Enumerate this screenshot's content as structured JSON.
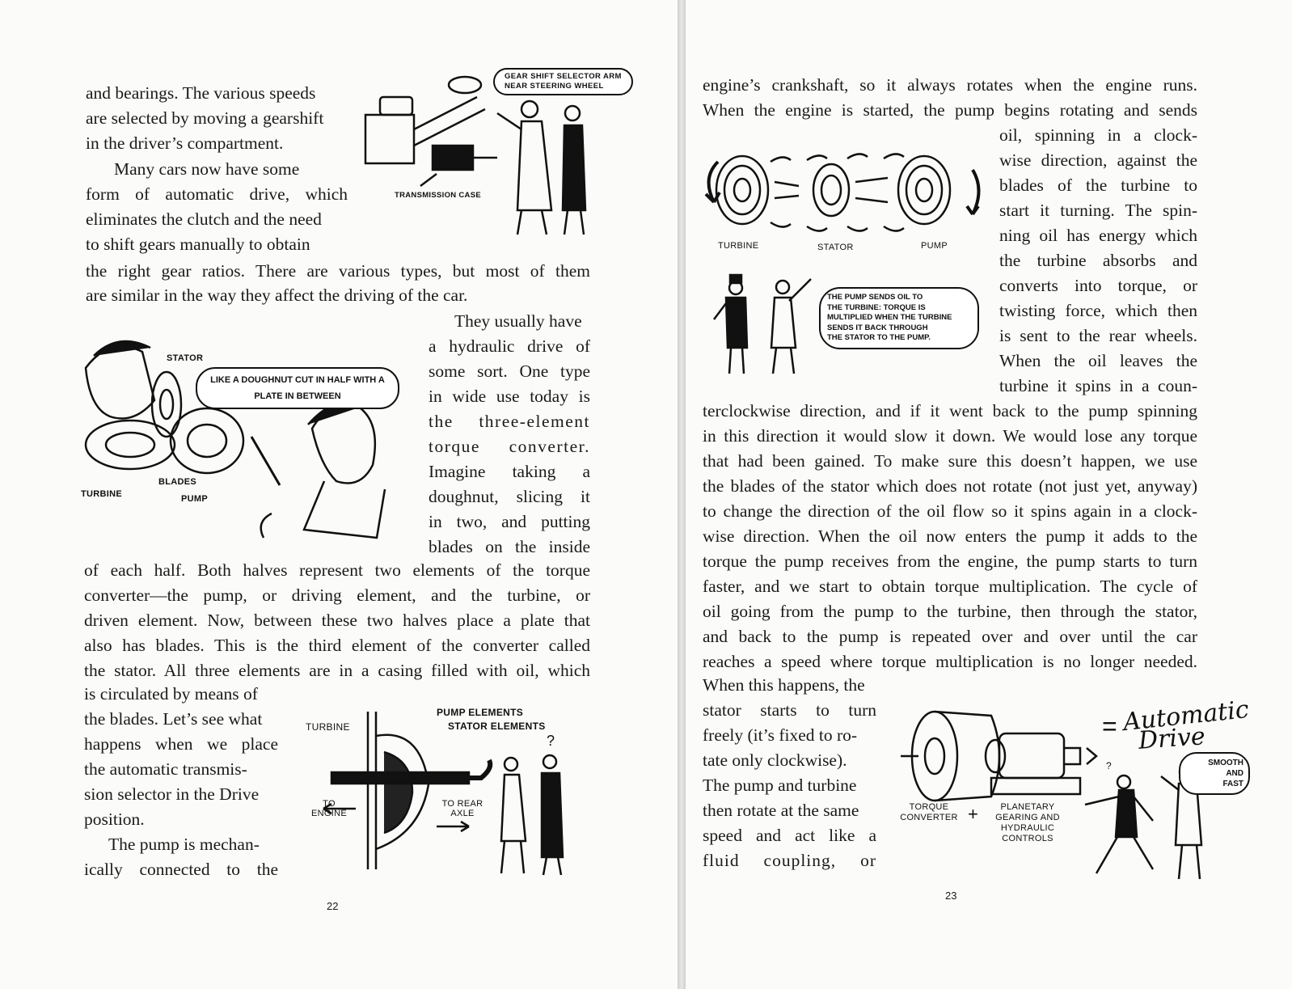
{
  "left_page": {
    "lines_top": [
      "and bearings. The various speeds",
      "are selected by moving a gearshift",
      "in the driver’s compartment.",
      "Many cars now have some",
      "form of automatic drive, which",
      "eliminates the clutch and the need",
      "to shift gears manually to obtain"
    ],
    "lines_full_1": [
      "the right gear ratios. There are various types, but most of them",
      "are similar in the way they affect the driving of the car."
    ],
    "lines_right": [
      "They usually have",
      "a hydraulic drive of",
      "some sort. One type",
      "in wide use today is",
      "the three-element",
      "torque converter.",
      "Imagine taking a",
      "doughnut, slicing it",
      "in two, and putting",
      "blades on the inside"
    ],
    "lines_full_2": [
      "of each half. Both halves represent two elements of the torque",
      "converter—the pump, or driving element, and the turbine, or",
      "driven element. Now, between these two halves place a plate that",
      "also has blades. This is the third element of the converter called",
      "the stator. All three elements are in a casing filled with oil, which"
    ],
    "lines_bottom": [
      "is circulated by means of",
      "the blades. Let’s see what",
      "happens when we place",
      "the automatic transmis-",
      "sion selector in the Drive",
      "position.",
      "The pump is mechan-",
      "ically connected to the"
    ],
    "page_number": "22",
    "illus_gearshift": {
      "bubble": [
        "GEAR SHIFT SELECTOR ARM",
        "NEAR STEERING WHEEL"
      ],
      "label": "TRANSMISSION CASE"
    },
    "illus_doughnut": {
      "bubble": "LIKE A DOUGHNUT CUT IN HALF WITH A PLATE IN BETWEEN",
      "stator": "STATOR",
      "blades": "BLADES",
      "turbine": "TURBINE",
      "pump": "PUMP"
    },
    "illus_casing": {
      "pump_elements": "PUMP ELEMENTS",
      "stator_elements": "STATOR ELEMENTS",
      "turbine": "TURBINE",
      "to_engine": "TO ENGINE",
      "to_rear_axle": "TO REAR AXLE",
      "question": "?"
    }
  },
  "right_page": {
    "lines_top": [
      "engine’s crankshaft, so it always rotates when the engine runs.",
      "When the engine is started, the pump begins rotating and sends"
    ],
    "lines_right": [
      "oil, spinning in a clock-",
      "wise direction, against the",
      "blades of the turbine to",
      "start it turning. The spin-",
      "ning oil has energy which",
      "the turbine absorbs and",
      "converts into torque, or",
      "twisting force, which then",
      "is sent to the rear wheels.",
      "When the oil leaves the",
      "turbine it spins in a coun-"
    ],
    "lines_full": [
      "terclockwise direction, and if it went back to the pump spinning",
      "in this direction it would slow it down. We would lose any torque",
      "that had been gained. To make sure this doesn’t happen, we use",
      "the blades of the stator which does not rotate (not just yet, anyway)",
      "to change the direction of the oil flow so it spins again in a clock-",
      "wise direction. When the oil now enters the pump it adds to the",
      "torque the pump receives from the engine, the pump starts to turn",
      "faster, and we start to obtain torque multiplication. The cycle of",
      "oil going from the pump to the turbine, then through the stator,",
      "and back to the pump is repeated over and over until the car",
      "reaches a speed where torque multiplication is no longer needed."
    ],
    "lines_bottom": [
      "When this happens, the",
      "stator starts to turn",
      "freely (it’s fixed to ro-",
      "tate only clockwise).",
      "The pump and turbine",
      "then rotate at the same",
      "speed and act like a",
      "fluid coupling, or"
    ],
    "page_number": "23",
    "illus_flow": {
      "turbine": "TURBINE",
      "stator": "STATOR",
      "pump": "PUMP",
      "bubble": [
        "THE PUMP SENDS OIL TO",
        "THE TURBINE: TORQUE IS",
        "MULTIPLIED WHEN THE TURBINE",
        "SENDS IT BACK THROUGH",
        "THE STATOR TO THE PUMP."
      ]
    },
    "illus_auto": {
      "torque_converter": [
        "TORQUE",
        "CONVERTER"
      ],
      "plus": "+",
      "planetary": [
        "PLANETARY",
        "GEARING AND",
        "HYDRAULIC",
        "CONTROLS"
      ],
      "equals": "=",
      "title_1": "Automatic",
      "title_2": "Drive",
      "bubble": [
        "SMOOTH",
        "AND",
        "FAST"
      ],
      "question": "?"
    }
  }
}
